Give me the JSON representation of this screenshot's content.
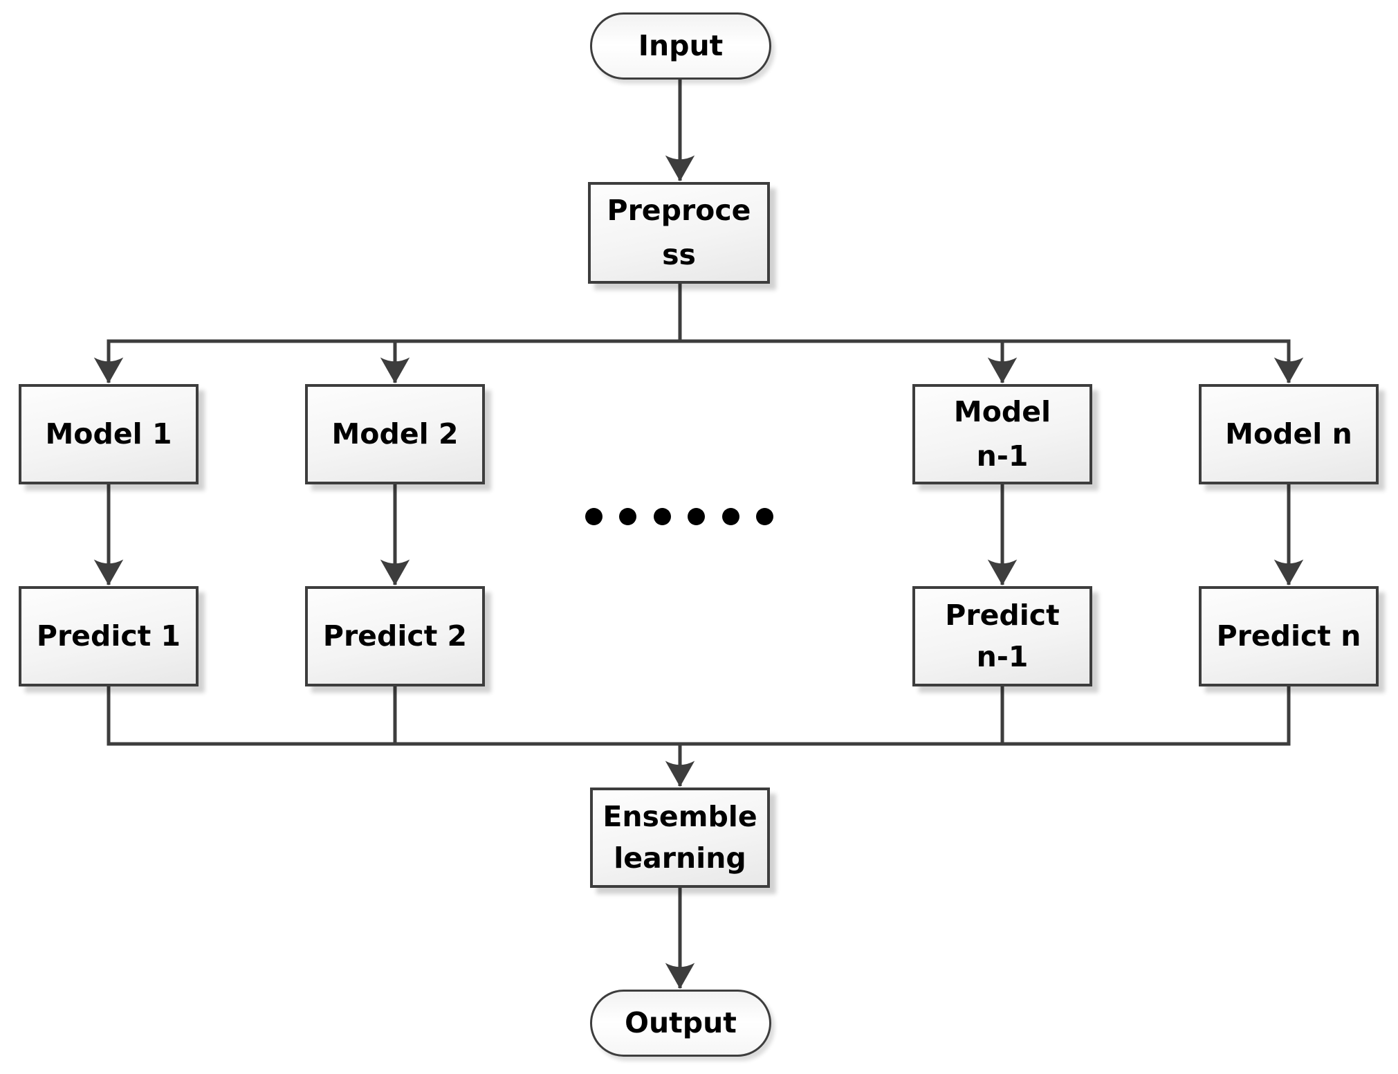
{
  "nodes": {
    "input": {
      "label": "Input"
    },
    "preprocess": {
      "lines": [
        "Preproce",
        "ss"
      ]
    },
    "model_1": {
      "label": "Model 1"
    },
    "model_2": {
      "label": "Model 2"
    },
    "model_n_minus_1": {
      "lines": [
        "Model",
        "n-1"
      ]
    },
    "model_n": {
      "label": "Model n"
    },
    "predict_1": {
      "label": "Predict 1"
    },
    "predict_2": {
      "label": "Predict 2"
    },
    "predict_n_minus_1": {
      "lines": [
        "Predict",
        "n-1"
      ]
    },
    "predict_n": {
      "label": "Predict n"
    },
    "ensemble": {
      "lines": [
        "Ensemble",
        "learning"
      ]
    },
    "output": {
      "label": "Output"
    }
  },
  "ellipsis": {
    "dot_count": 6
  },
  "colors": {
    "connector": "#3d3d3d",
    "node_border": "#3d3d3d",
    "node_fill_top": "#fdfdfd",
    "node_fill_mid": "#f4f4f4",
    "node_fill_bottom": "#e8e8e8",
    "text": "#000000",
    "background": "#ffffff"
  }
}
